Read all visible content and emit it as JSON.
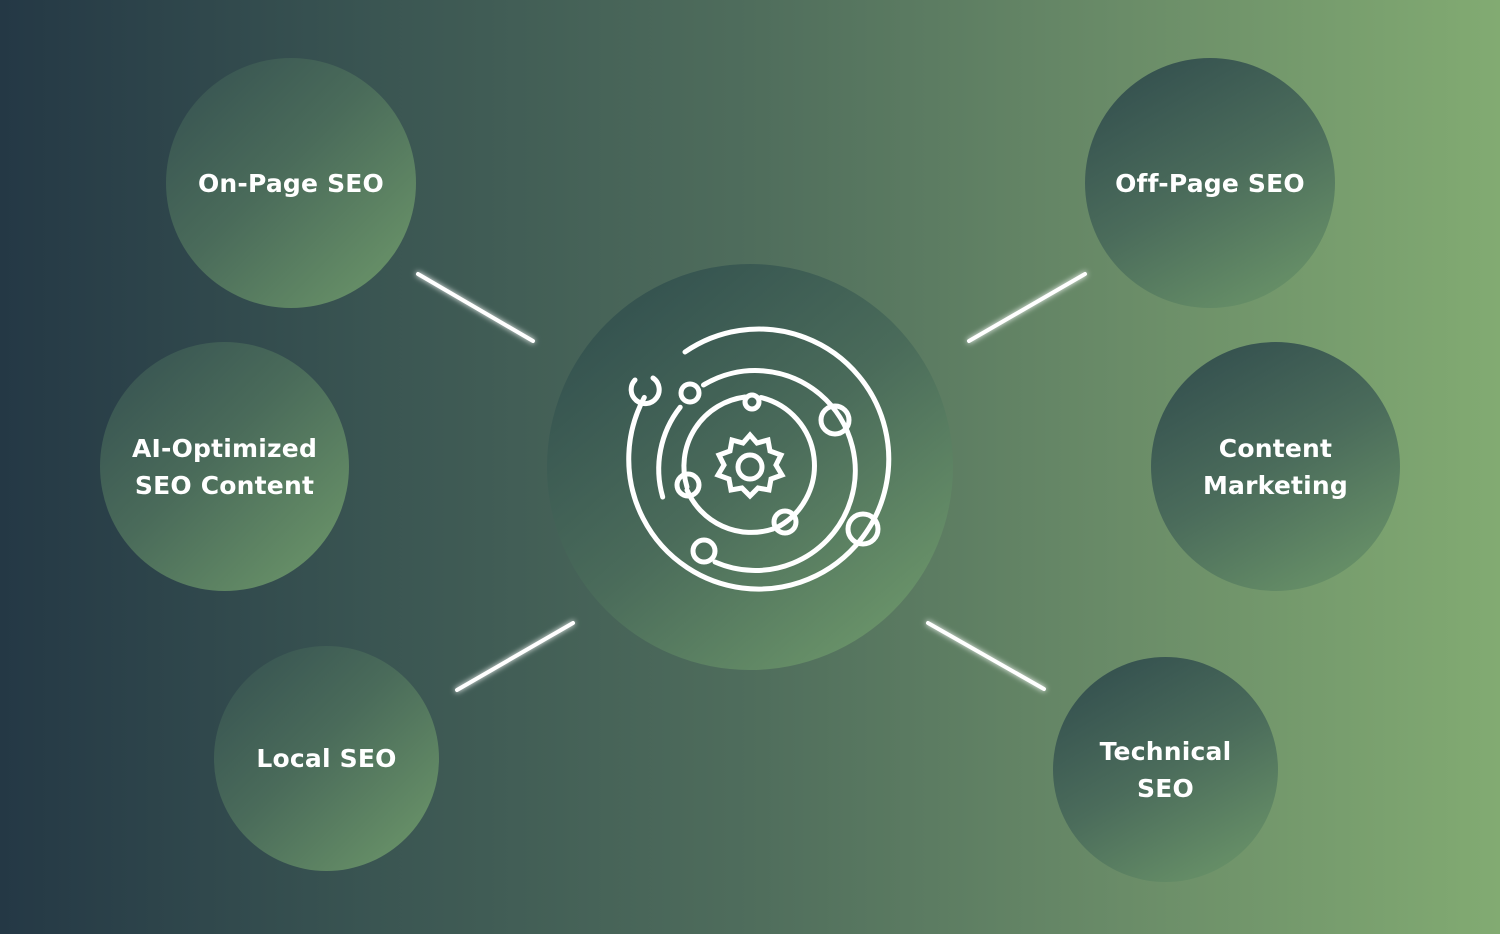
{
  "diagram": {
    "center": {
      "icon": "orbit-system-icon"
    },
    "nodes": [
      {
        "id": "on-page-seo",
        "label": "On-Page SEO"
      },
      {
        "id": "ai-optimized-seo-content",
        "label": "AI-Optimized\nSEO Content"
      },
      {
        "id": "local-seo",
        "label": "Local SEO"
      },
      {
        "id": "off-page-seo",
        "label": "Off-Page SEO"
      },
      {
        "id": "content-marketing",
        "label": "Content\nMarketing"
      },
      {
        "id": "technical-seo",
        "label": "Technical\nSEO"
      }
    ]
  },
  "colors": {
    "background_start": "#243845",
    "background_end": "#82ab72",
    "connector": "#ffffff",
    "text": "#ffffff"
  }
}
